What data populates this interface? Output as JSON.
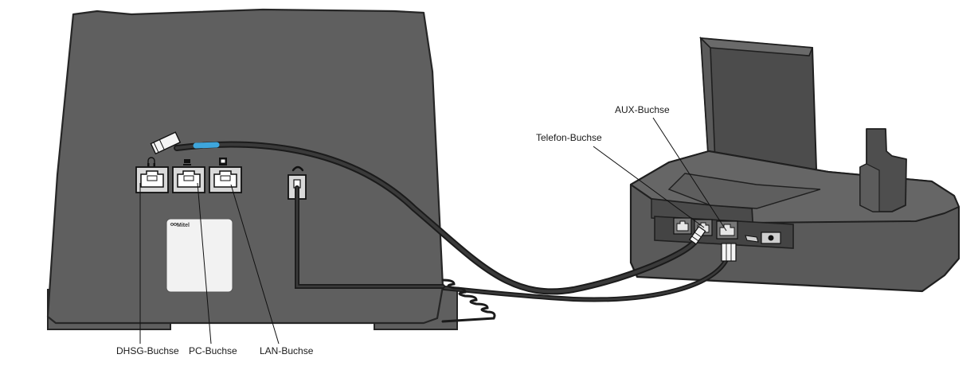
{
  "labels": {
    "dhsg": "DHSG-Buchse",
    "pc": "PC-Buchse",
    "lan": "LAN-Buchse",
    "telefon": "Telefon-Buchse",
    "aux": "AUX-Buchse"
  },
  "phone": {
    "brand": "Mitel",
    "port_icons": [
      "headset-icon",
      "pc-icon",
      "lan-icon",
      "handset-icon"
    ]
  },
  "colors": {
    "device_body": "#5f5f5f",
    "outline": "#262626",
    "cable": "#2e2e2e",
    "cable_marker": "#3ea6dc",
    "sticker": "#f2f2f2"
  }
}
